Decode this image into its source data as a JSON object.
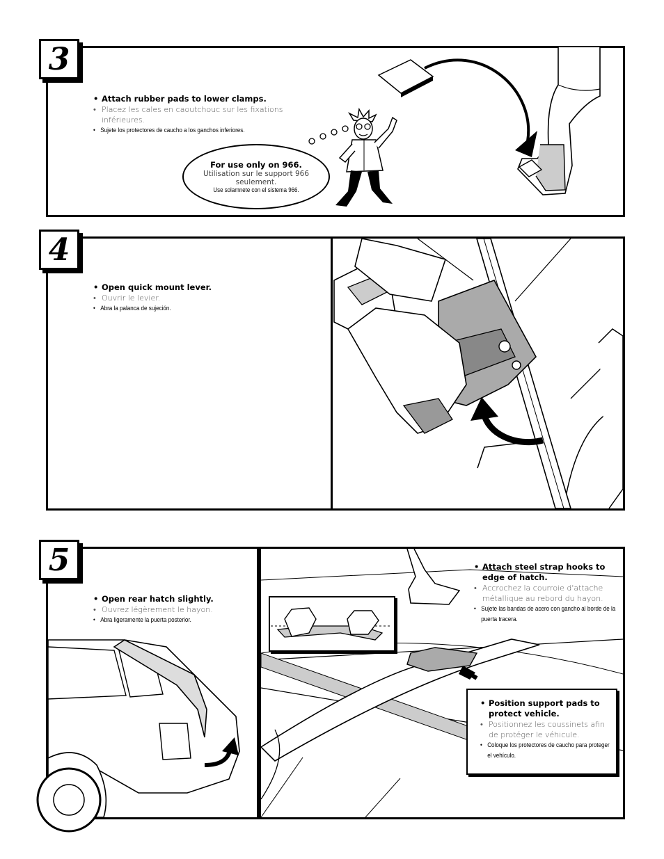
{
  "step3": {
    "number": "3",
    "en": "Attach rubber pads to lower clamps.",
    "fr": "Placez les cales en caoutchouc sur les fixations inférieures.",
    "es": "Sujete los protectores de caucho a los ganchos inferiores.",
    "note": {
      "en": "For use only on 966.",
      "fr": "Utilisation sur le support 966 seulement.",
      "es": "Use solamnete con el sistema 966."
    }
  },
  "step4": {
    "number": "4",
    "en": "Open quick mount lever.",
    "fr": "Ouvrir le levier.",
    "es": "Abra la palanca de sujeción."
  },
  "step5": {
    "number": "5",
    "en": "Open rear hatch slightly.",
    "fr": "Ouvrez légèrement le hayon.",
    "es": "Abra ligeramente la puerta posterior.",
    "hooks": {
      "en": "Attach steel strap hooks to edge of hatch.",
      "fr": "Accrochez la courroie d'attache métallique au rebord du hayon.",
      "es": "Sujete las bandas de acero con gancho al borde de la puerta tracera."
    },
    "pads": {
      "en": "Position support pads to protect vehicle.",
      "fr": "Positionnez les coussinets afin de protéger le véhicule.",
      "es": "Coloque los protectores de caucho para proteger el vehículo."
    }
  }
}
